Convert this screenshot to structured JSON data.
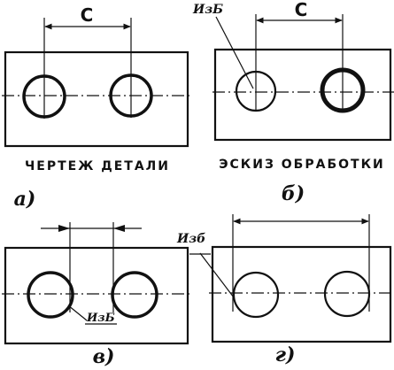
{
  "panels": {
    "a": {
      "dim_label": "С",
      "caption": "ЧЕРТЕЖ ДЕТАЛИ",
      "letter": "а)"
    },
    "b": {
      "dim_label": "С",
      "caption": "ЭСКИЗ ОБРАБОТКИ",
      "letter": "б)",
      "base_label": "ИзБ"
    },
    "v": {
      "letter": "в)",
      "base_label": "ИзБ"
    },
    "g": {
      "letter": "г)",
      "base_label": "Изб"
    }
  }
}
